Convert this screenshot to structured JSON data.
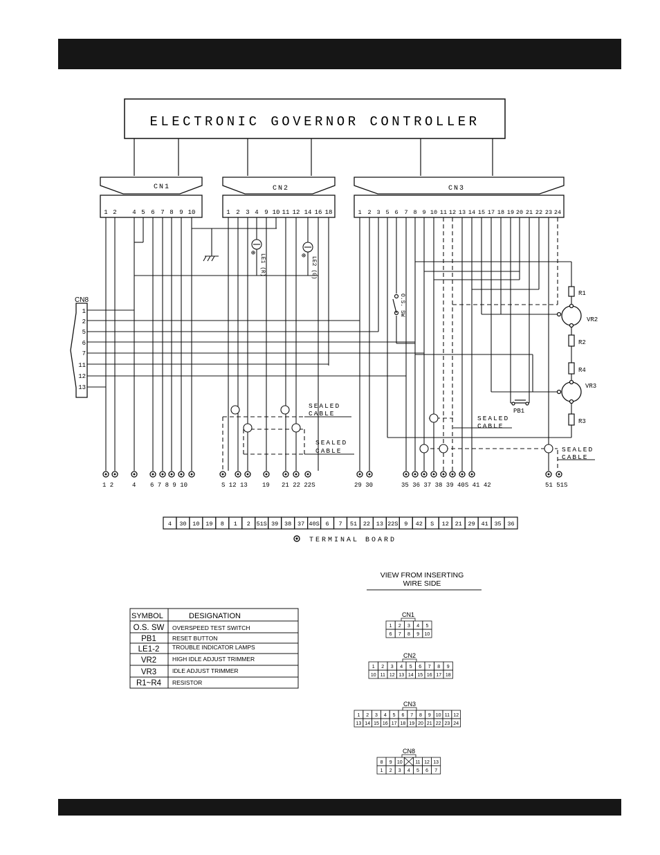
{
  "title": "ELECTRONIC GOVERNOR CONTROLLER",
  "connectors": {
    "cn1": {
      "label": "CN1",
      "pins": [
        "1",
        "2",
        "4",
        "5",
        "6",
        "7",
        "8",
        "9",
        "10"
      ]
    },
    "cn2": {
      "label": "CN2",
      "pins": [
        "1",
        "2",
        "3",
        "4",
        "9",
        "10",
        "11",
        "12",
        "14",
        "16",
        "18"
      ]
    },
    "cn3": {
      "label": "CN3",
      "pins": [
        "1",
        "2",
        "3",
        "5",
        "6",
        "7",
        "8",
        "9",
        "10",
        "11",
        "12",
        "13",
        "14",
        "15",
        "17",
        "18",
        "19",
        "20",
        "21",
        "22",
        "23",
        "24"
      ]
    },
    "cn8": {
      "label": "CN8",
      "pins": [
        "1",
        "2",
        "5",
        "6",
        "7",
        "11",
        "12",
        "13"
      ]
    }
  },
  "components": {
    "os_sw": "O.S. SW",
    "le1": "LE1 (R)",
    "le2": "LE2 (G)",
    "r1": "R1",
    "r2": "R2",
    "r3": "R3",
    "r4": "R4",
    "vr2": "VR2",
    "vr3": "VR3",
    "pb1": "PB1",
    "sealed_line1": "SEALED",
    "sealed_line2": "CABLE"
  },
  "terminal_labels": {
    "g1": "1  2",
    "g2": "4",
    "g3": "6  7  8  9  10",
    "g4": "S  12 13",
    "g5": "19",
    "g6": "21  22  22S",
    "g7": "29  30",
    "g8": "35 36 37 38 39 40S 41 42",
    "g9": "51  51S"
  },
  "terminal_board": {
    "cells": [
      "4",
      "30",
      "10",
      "19",
      "8",
      "1",
      "2",
      "51S",
      "39",
      "38",
      "37",
      "40S",
      "6",
      "7",
      "51",
      "22",
      "13",
      "22S",
      "9",
      "42",
      "S",
      "12",
      "21",
      "29",
      "41",
      "35",
      "36"
    ],
    "caption": "TERMINAL BOARD"
  },
  "legend": {
    "headers": [
      "SYMBOL",
      "DESIGNATION"
    ],
    "rows": [
      [
        "O.S. SW",
        "OVERSPEED TEST SWITCH"
      ],
      [
        "PB1",
        "RESET BUTTON"
      ],
      [
        "LE1-2",
        "TROUBLE INDICATOR LAMPS"
      ],
      [
        "VR2",
        "HIGH IDLE ADJUST TRIMMER"
      ],
      [
        "VR3",
        "IDLE ADJUST TRIMMER"
      ],
      [
        "R1~R4",
        "RESISTOR"
      ]
    ]
  },
  "views": {
    "heading_line1": "VIEW FROM INSERTING",
    "heading_line2": "WIRE SIDE",
    "cn1": {
      "label": "CN1",
      "rows": [
        [
          "1",
          "2",
          "3",
          "4",
          "5"
        ],
        [
          "6",
          "7",
          "8",
          "9",
          "10"
        ]
      ]
    },
    "cn2": {
      "label": "CN2",
      "rows": [
        [
          "1",
          "2",
          "3",
          "4",
          "5",
          "6",
          "7",
          "8",
          "9"
        ],
        [
          "10",
          "11",
          "12",
          "13",
          "14",
          "15",
          "16",
          "17",
          "18"
        ]
      ]
    },
    "cn3": {
      "label": "CN3",
      "rows": [
        [
          "1",
          "2",
          "3",
          "4",
          "5",
          "6",
          "7",
          "8",
          "9",
          "10",
          "11",
          "12"
        ],
        [
          "13",
          "14",
          "15",
          "16",
          "17",
          "18",
          "19",
          "20",
          "21",
          "22",
          "23",
          "24"
        ]
      ]
    },
    "cn8": {
      "label": "CN8",
      "rows": [
        [
          "8",
          "9",
          "10",
          "",
          "11",
          "12",
          "13"
        ],
        [
          "1",
          "2",
          "3",
          "4",
          "5",
          "6",
          "7"
        ]
      ]
    }
  }
}
